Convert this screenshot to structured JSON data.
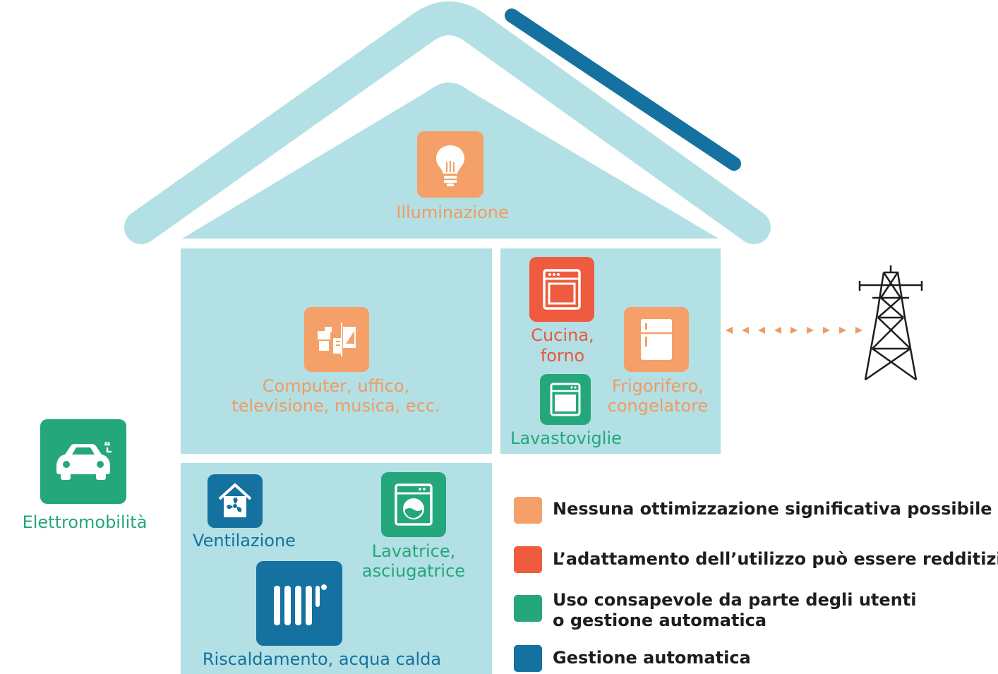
{
  "labels": {
    "lighting": "Illuminazione",
    "computer_l1": "Computer, uffico,",
    "computer_l2": "televisione, musica, ecc.",
    "kitchen_l1": "Cucina,",
    "kitchen_l2": "forno",
    "fridge_l1": "Frigorifero,",
    "fridge_l2": "congelatore",
    "dishwasher": "Lavastoviglie",
    "emobility": "Elettromobilità",
    "ventilation": "Ventilazione",
    "washer_l1": "Lavatrice,",
    "washer_l2": "asciugatrice",
    "heating": "Riscaldamento, acqua calda"
  },
  "legend": [
    {
      "text": "Nessuna ottimizzazione significativa possibile",
      "color": "#f5a068"
    },
    {
      "text": "L’adattamento dell’utilizzo può essere redditizio",
      "color": "#ee5b3f"
    },
    {
      "text_l1": "Uso consapevole da parte degli utenti",
      "text_l2": "o gestione automatica",
      "color": "#24a77a"
    },
    {
      "text": "Gestione automatica",
      "color": "#15719f"
    }
  ],
  "colors": {
    "house": "#b2e0e4",
    "solar_panel": "#15719f",
    "orange": "#f5a068",
    "red": "#ee5b3f",
    "green": "#24a77a",
    "blue": "#15719f"
  },
  "icons": [
    "light-bulb-icon",
    "computer-devices-icon",
    "oven-icon",
    "fridge-icon",
    "dishwasher-icon",
    "electric-car-icon",
    "ventilation-house-icon",
    "washing-machine-icon",
    "radiator-icon",
    "power-pylon-icon"
  ]
}
